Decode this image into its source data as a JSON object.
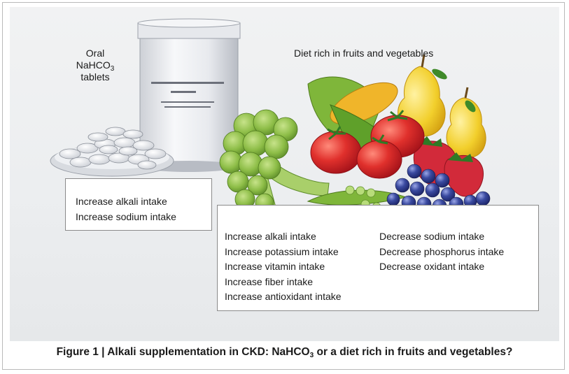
{
  "figure": {
    "oral_label": {
      "line1": "Oral",
      "line2_main": "NaHCO",
      "line2_sub": "3",
      "line3": "tablets"
    },
    "diet_label": "Diet rich in fruits and vegetables",
    "nahco3_effects": [
      "Increase alkali intake",
      "Increase sodium intake"
    ],
    "diet_increase_effects": [
      "Increase alkali intake",
      "Increase potassium intake",
      "Increase vitamin intake",
      "Increase fiber intake",
      "Increase antioxidant intake"
    ],
    "diet_decrease_effects": [
      "Decrease sodium intake",
      "Decrease phosphorus intake",
      "Decrease oxidant intake"
    ],
    "caption": {
      "prefix": "Figure 1 | Alkali supplementation in CKD: NaHCO",
      "sub": "3",
      "suffix": " or a diet rich in fruits and vegetables?"
    }
  },
  "colors": {
    "tomato": "#d8262a",
    "banana": "#f1c21b",
    "pear": "#f3d53a",
    "broccoli": "#8fbf4a",
    "blueberry": "#2e3a8c",
    "strawberry": "#d22a3a"
  }
}
